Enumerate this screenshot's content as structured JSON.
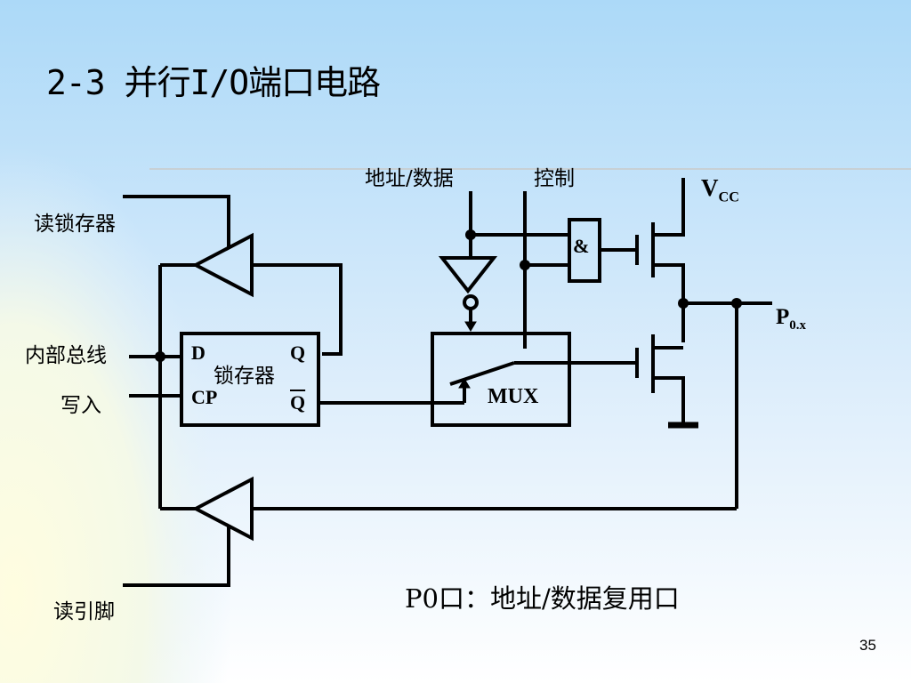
{
  "slide": {
    "title": "2-3 并行I/O端口电路",
    "caption": "P0口：地址/数据复用口",
    "page_number": "35"
  },
  "diagram": {
    "labels": {
      "addr_data": "地址/数据",
      "control": "控制",
      "vcc_main": "V",
      "vcc_sub": "CC",
      "read_latch": "读锁存器",
      "internal_bus": "内部总线",
      "write": "写入",
      "read_pin": "读引脚",
      "latch_name": "锁存器",
      "latch_d": "D",
      "latch_q": "Q",
      "latch_cp": "CP",
      "latch_qbar": "Q",
      "and_gate": "&",
      "mux": "MUX",
      "port_main": "P",
      "port_sub": "0.x"
    }
  },
  "colors": {
    "bg_top": "#b3dcf8",
    "bg_bottom": "#ffffff",
    "accent_curve": "#fdfbd2",
    "line": "#000000"
  }
}
